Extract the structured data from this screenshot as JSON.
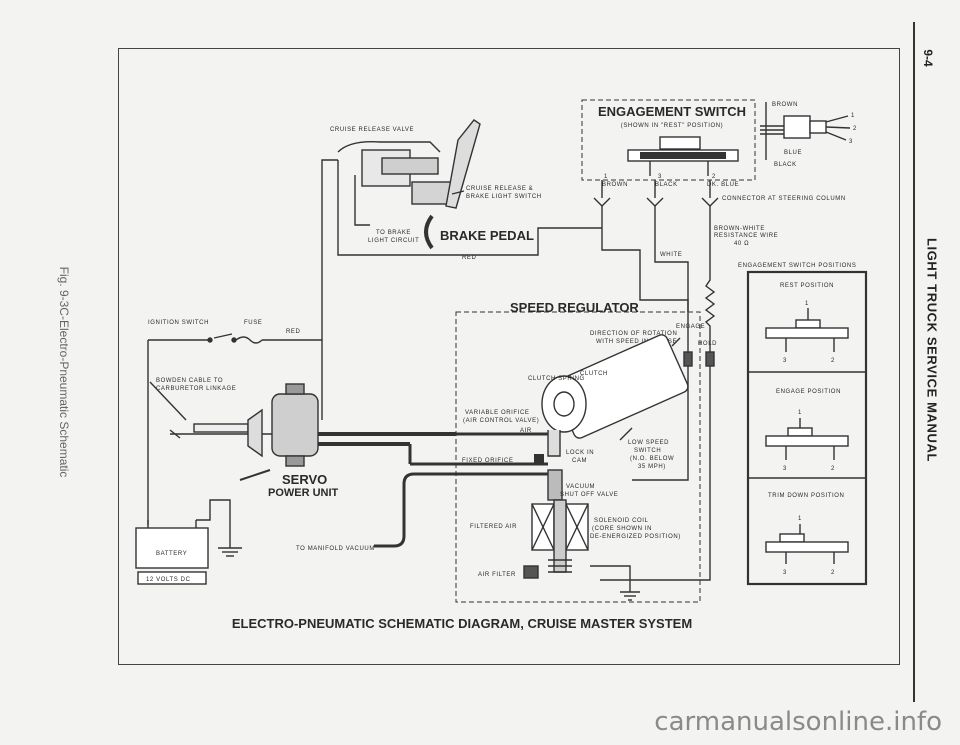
{
  "page": {
    "side_caption": "Fig. 9-3C-Electro-Pneumatic Schematic",
    "side_title": "LIGHT TRUCK SERVICE MANUAL",
    "page_number": "9-4",
    "watermark": "carmanualsonline.info"
  },
  "diagram": {
    "title": "ELECTRO-PNEUMATIC SCHEMATIC DIAGRAM, CRUISE MASTER SYSTEM",
    "engagement_switch": {
      "title": "ENGAGEMENT SWITCH",
      "subtitle": "(SHOWN IN \"REST\" POSITION)",
      "terminals": [
        "1",
        "3",
        "2"
      ],
      "wires": [
        "BROWN",
        "BLACK",
        "DK. BLUE"
      ],
      "connector_label": "CONNECTOR AT STEERING COLUMN",
      "resistance_label_1": "BROWN-WHITE",
      "resistance_label_2": "RESISTANCE WIRE",
      "resistance_value": "40 Ω"
    },
    "connector_plug": {
      "brown": "BROWN",
      "blue": "BLUE",
      "black": "BLACK",
      "pins": [
        "1",
        "2",
        "3"
      ]
    },
    "cruise_release_valve": "CRUISE RELEASE VALVE",
    "cruise_release_switch_1": "CRUISE RELEASE &",
    "cruise_release_switch_2": "BRAKE LIGHT SWITCH",
    "to_brake_1": "TO BRAKE",
    "to_brake_2": "LIGHT CIRCUIT",
    "brake_pedal": "BRAKE PEDAL",
    "wire_red": "RED",
    "wire_white": "WHITE",
    "ignition_switch": "IGNITION SWITCH",
    "fuse": "FUSE",
    "wire_red_2": "RED",
    "bowden_1": "BOWDEN CABLE TO",
    "bowden_2": "CARBURETOR LINKAGE",
    "servo_1": "SERVO",
    "servo_2": "POWER UNIT",
    "battery": "BATTERY",
    "battery_volts": "12 VOLTS DC",
    "manifold": "TO MANIFOLD VACUUM",
    "speed_regulator": {
      "title": "SPEED REGULATOR",
      "direction_1": "DIRECTION OF ROTATION",
      "direction_2": "WITH SPEED INCREASE",
      "engage": "ENGAGE",
      "hold": "HOLD",
      "clutch_spring": "CLUTCH SPRING",
      "clutch": "CLUTCH",
      "air": "AIR",
      "variable_1": "VARIABLE ORIFICE",
      "variable_2": "(AIR CONTROL VALVE)",
      "fixed_orifice": "FIXED ORIFICE",
      "lock_1": "LOCK IN",
      "lock_2": "CAM",
      "low_speed_1": "LOW SPEED",
      "low_speed_2": "SWITCH",
      "low_speed_3": "(N.O. BELOW",
      "low_speed_4": "35 MPH)",
      "vacuum_1": "VACUUM",
      "vacuum_2": "SHUT OFF VALVE",
      "filtered_air": "FILTERED AIR",
      "solenoid_1": "SOLENOID COIL",
      "solenoid_2": "(CORE SHOWN IN",
      "solenoid_3": "DE-ENERGIZED POSITION)",
      "air_filter": "AIR FILTER"
    },
    "positions": {
      "title": "ENGAGEMENT SWITCH POSITIONS",
      "panels": [
        {
          "label": "REST POSITION",
          "nums": [
            "1",
            "3",
            "2"
          ]
        },
        {
          "label": "ENGAGE POSITION",
          "nums": [
            "1",
            "3",
            "2"
          ]
        },
        {
          "label": "TRIM DOWN POSITION",
          "nums": [
            "1",
            "3",
            "2"
          ]
        }
      ]
    }
  }
}
